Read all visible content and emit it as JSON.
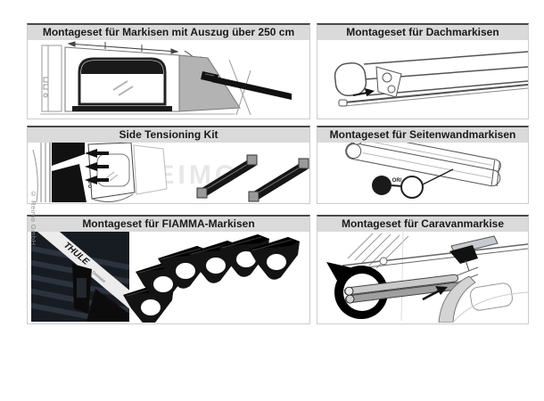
{
  "copyright": "© Reimo GmbH",
  "watermark": "REIMO",
  "panels": [
    {
      "title": "Montageset für Markisen mit Auszug über 250 cm"
    },
    {
      "title": "Montageset für Dachmarkisen"
    },
    {
      "title": "Side Tensioning Kit"
    },
    {
      "title": "Montageset für Seitenwandmarkisen",
      "or_label": "OR/"
    },
    {
      "title": "Montageset für FIAMMA-Markisen",
      "brand": "THULE",
      "brand_sub": "Omnistor"
    },
    {
      "title": "Montageset für Caravanmarkise"
    }
  ],
  "colors": {
    "header_bg": "#dadada",
    "header_rule": "#4a4a4a",
    "panel_border": "#cccccc",
    "ink": "#1a1a1a"
  }
}
